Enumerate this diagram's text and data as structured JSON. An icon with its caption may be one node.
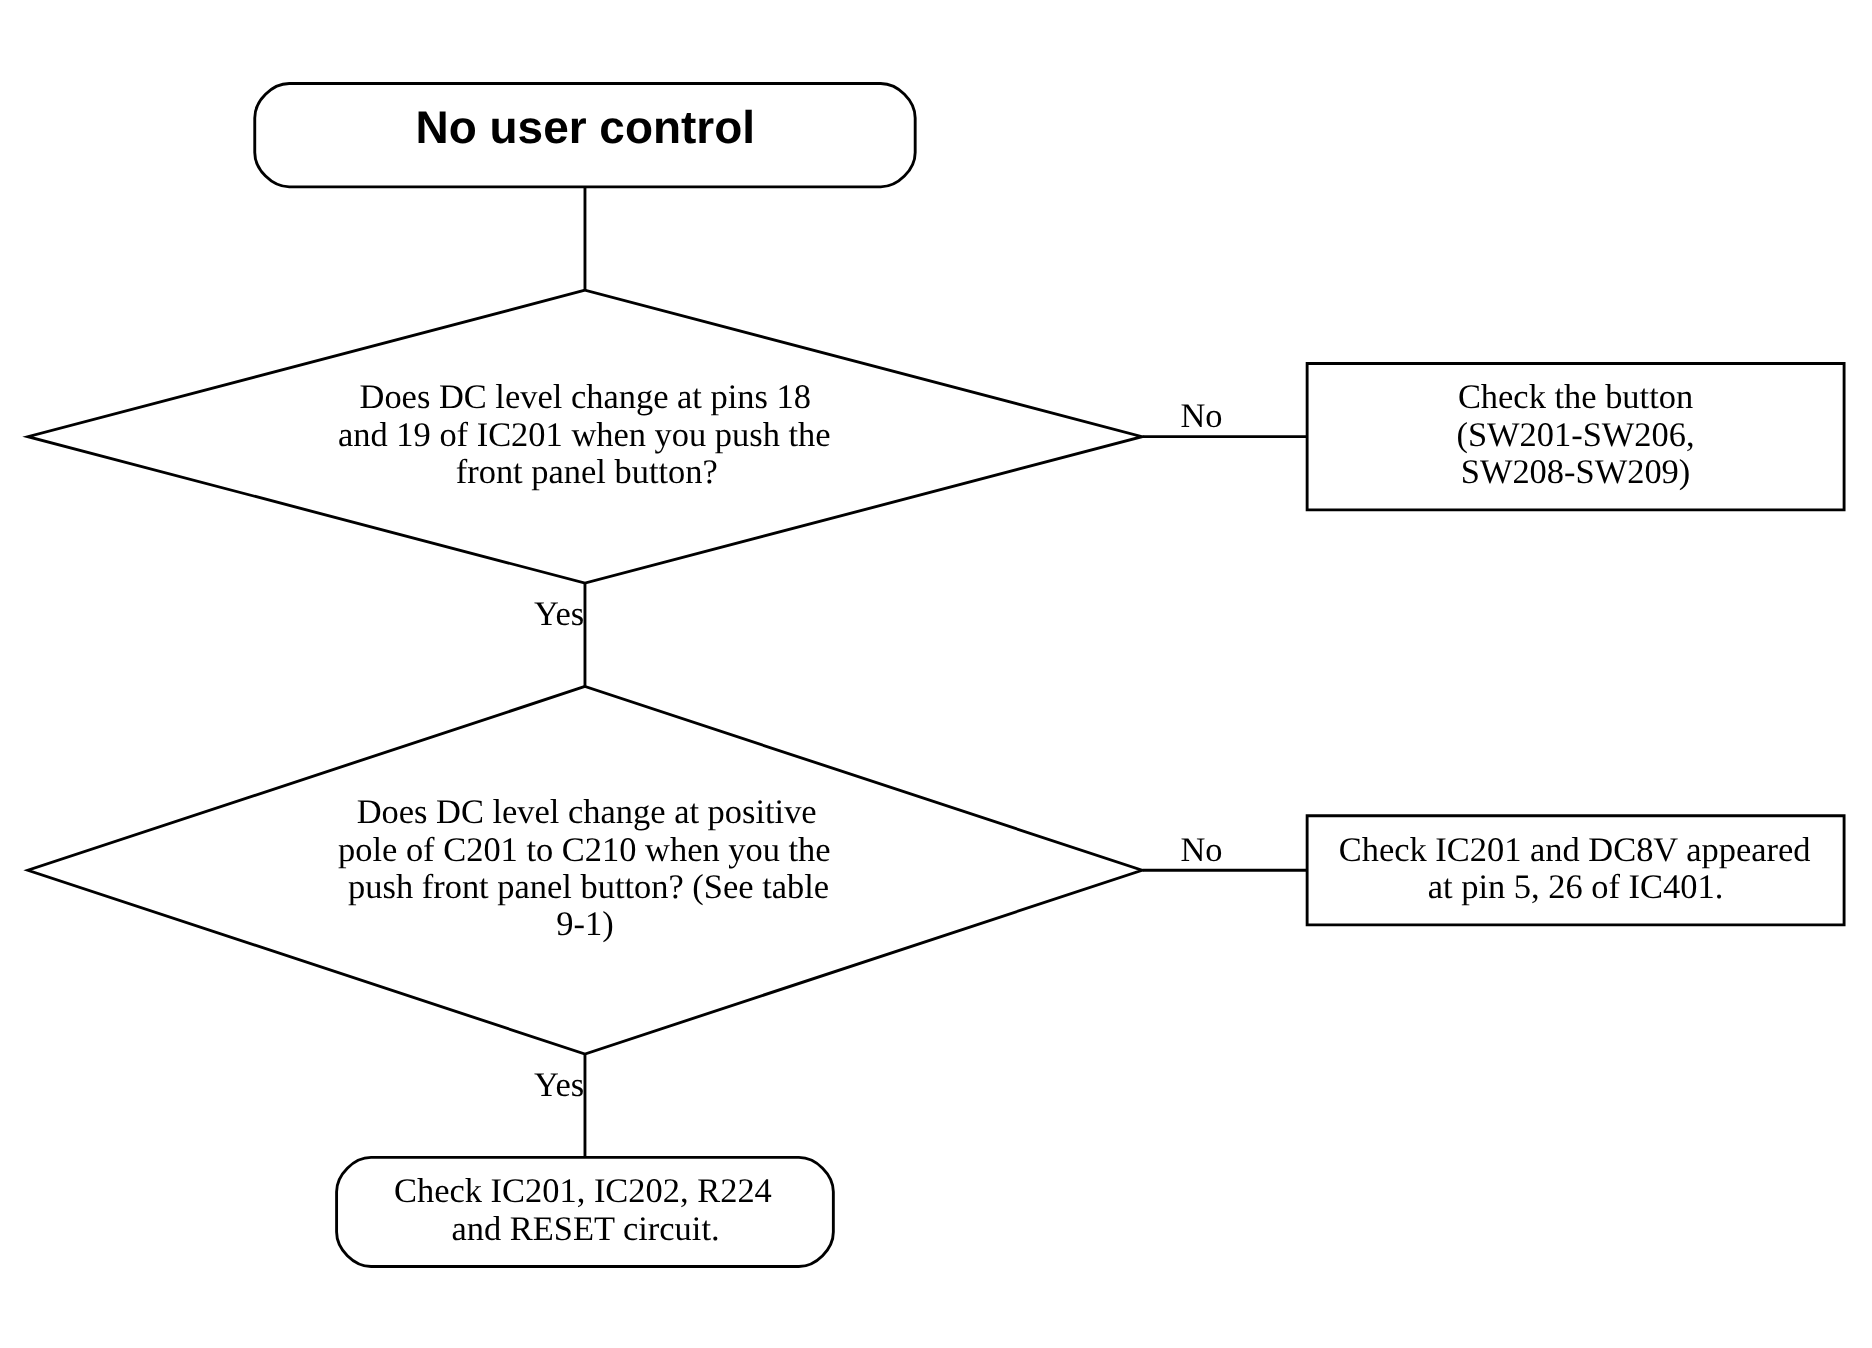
{
  "diagram": {
    "nodes": [
      {
        "text": [
          "No user control"
        ]
      },
      {
        "text": [
          "Does DC level change at pins 18 and 19 of IC201 when you push the front panel button?"
        ]
      },
      {
        "text": [
          "Check the button (SW201-SW206, SW208-SW209)"
        ]
      },
      {
        "text": [
          "Does DC level change at positive pole of C201 to C210 when you the push front panel button? (See table 9-1)"
        ]
      },
      {
        "text": [
          "Check IC201 and DC8V appeared at pin 5, 26 of IC401."
        ]
      },
      {
        "text": [
          "Check IC201, IC202, R224 and RESET circuit."
        ]
      }
    ],
    "edges": [
      {
        "from": 0,
        "to": 1,
        "arrow": "none"
      },
      {
        "from": 1,
        "to": 2,
        "arrow": "none",
        "label": "No"
      },
      {
        "from": 1,
        "to": 3,
        "arrow": "none",
        "label": "Yes"
      },
      {
        "from": 3,
        "to": 4,
        "arrow": "none",
        "label": "No"
      },
      {
        "from": 3,
        "to": 5,
        "arrow": "none",
        "label": "Yes"
      }
    ]
  }
}
